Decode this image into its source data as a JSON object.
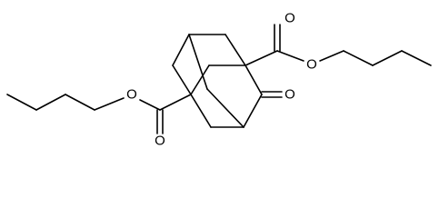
{
  "molecule": {
    "atom_labels": {
      "ester_right_carbonyl_o": "O",
      "ester_right_ether_o": "O",
      "ketone_o": "O",
      "ester_left_ether_o": "O",
      "ester_left_carbonyl_o": "O"
    }
  }
}
